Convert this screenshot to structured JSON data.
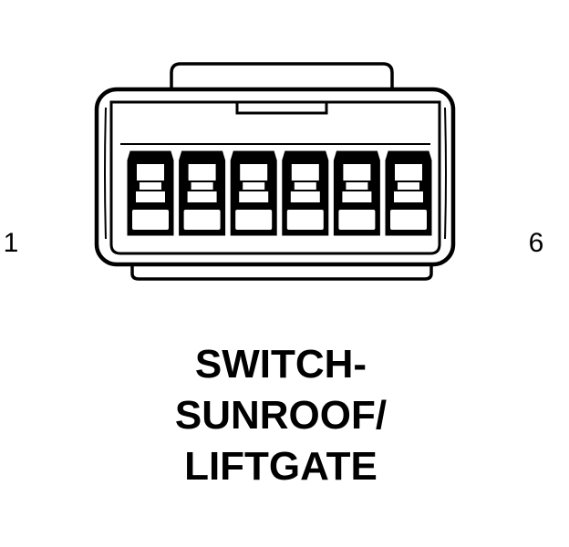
{
  "connector": {
    "pin_start_label": "1",
    "pin_end_label": "6",
    "cavity_count": 6,
    "title_lines": [
      "SWITCH-",
      "SUNROOF/",
      "LIFTGATE"
    ]
  },
  "colors": {
    "ink": "#000000",
    "background": "#ffffff"
  }
}
